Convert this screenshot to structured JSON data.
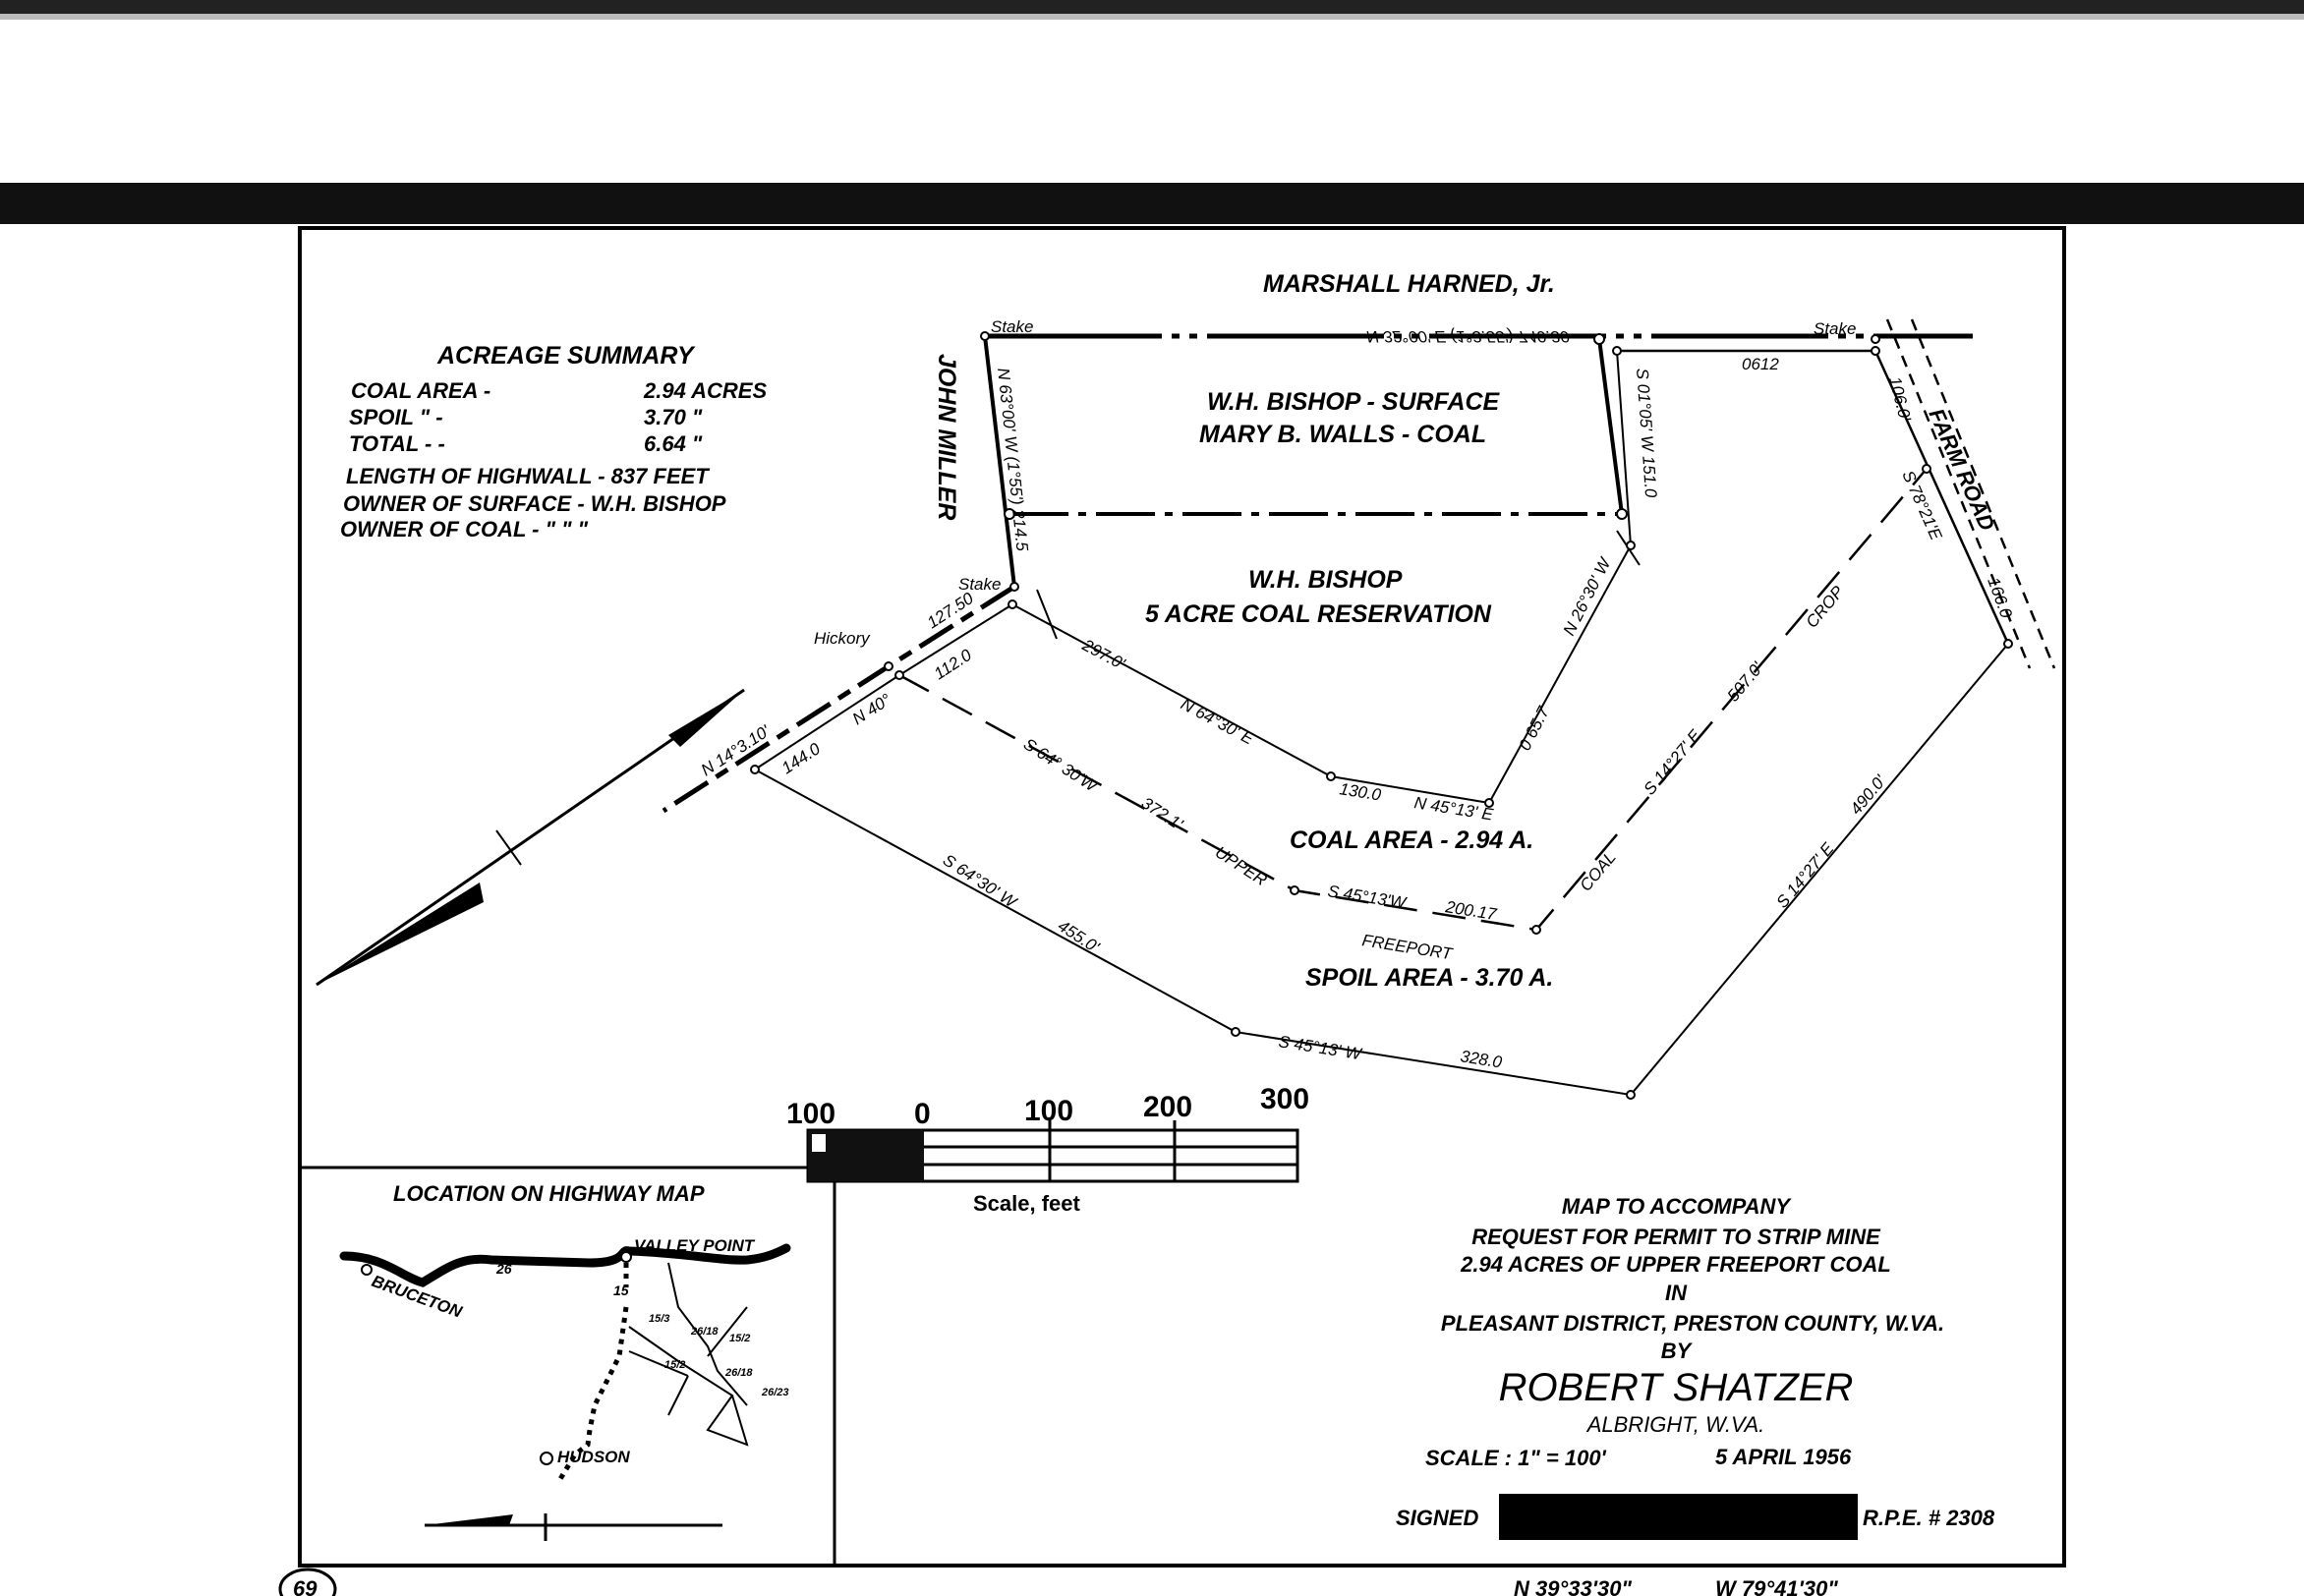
{
  "acreage_summary": {
    "heading": "ACREAGE SUMMARY",
    "rows": [
      {
        "label": "COAL AREA -",
        "value": "2.94 ACRES"
      },
      {
        "label": "SPOIL \"  -",
        "value": "3.70 \""
      },
      {
        "label": "TOTAL -  -",
        "value": "6.64 \""
      }
    ],
    "highwall": "LENGTH OF HIGHWALL - 837 FEET",
    "owner_surface": "OWNER OF SURFACE - W.H. BISHOP",
    "owner_coal": "OWNER OF COAL -   \"   \"   \""
  },
  "map": {
    "adjoiner_north": "MARSHALL HARNED, Jr.",
    "adjoiner_west": "JOHN MILLER",
    "tract1_line1": "W.H. BISHOP - SURFACE",
    "tract1_line2": "MARY B. WALLS - COAL",
    "tract2_line1": "W.H. BISHOP",
    "tract2_line2": "5 ACRE COAL RESERVATION",
    "coal_area": "COAL AREA - 2.94 A.",
    "spoil_area": "SPOIL AREA - 3.70 A.",
    "farm_road": "FARM ROAD",
    "stake": "Stake",
    "hickory": "Hickory",
    "upper": "UPPER",
    "freeport": "FREEPORT",
    "coal": "COAL",
    "crop": "CROP",
    "calls": {
      "north_line": "N 32°00' E  (1°3.55')  740.30",
      "west_line": "N 63°00' W (1°55')  214.5",
      "east_line": "S 01°05' W  151.0",
      "east_top": "0612",
      "road1": "106.0'",
      "road2": "S 78°21'E",
      "road3": "166.0",
      "sw1": "N 14°3.10'",
      "sw2": "127.50",
      "sw3": "112.0",
      "sw4": "N 40°",
      "sw5": "144.0",
      "c1": "297.0'",
      "c2": "N 64°30' E",
      "c3": "130.0",
      "c4": "N 45°13' E",
      "c5": "N 26°30' W",
      "c6": "0 65.7",
      "u1": "S 64° 30'W",
      "u2": "372.1'",
      "u3": "S 45°13'W",
      "u4": "200.17",
      "u5": "S 14°27' E",
      "u6": "507.0'",
      "s1": "S 64°30' W",
      "s2": "455.0'",
      "s3": "S 45°13' W",
      "s4": "328.0",
      "s5": "S 14°27' E",
      "s6": "490.0'"
    }
  },
  "scale_bar": {
    "ticks": [
      "100",
      "0",
      "100",
      "200",
      "300"
    ],
    "unit": "Scale, feet"
  },
  "inset": {
    "title": "LOCATION ON HIGHWAY MAP",
    "towns": [
      "BRUCETON",
      "VALLEY POINT",
      "HUDSON"
    ],
    "routes": [
      "26",
      "15",
      "15/3",
      "15/2",
      "26/18",
      "15/2",
      "26/18",
      "26/23"
    ]
  },
  "title_block": {
    "line1": "MAP TO ACCOMPANY",
    "line2": "REQUEST FOR PERMIT TO STRIP MINE",
    "line3": "2.94 ACRES OF UPPER FREEPORT COAL",
    "line4": "IN",
    "line5": "PLEASANT DISTRICT, PRESTON COUNTY, W.VA.",
    "line6": "BY",
    "author": "ROBERT SHATZER",
    "location": "ALBRIGHT, W.VA.",
    "scale": "SCALE : 1\" = 100'",
    "date": "5 APRIL 1956",
    "signed": "SIGNED",
    "rpe": "R.P.E. # 2308"
  },
  "footer": {
    "page_number": "69",
    "latitude": "N 39°33'30\"",
    "longitude": "W 79°41'30\""
  }
}
